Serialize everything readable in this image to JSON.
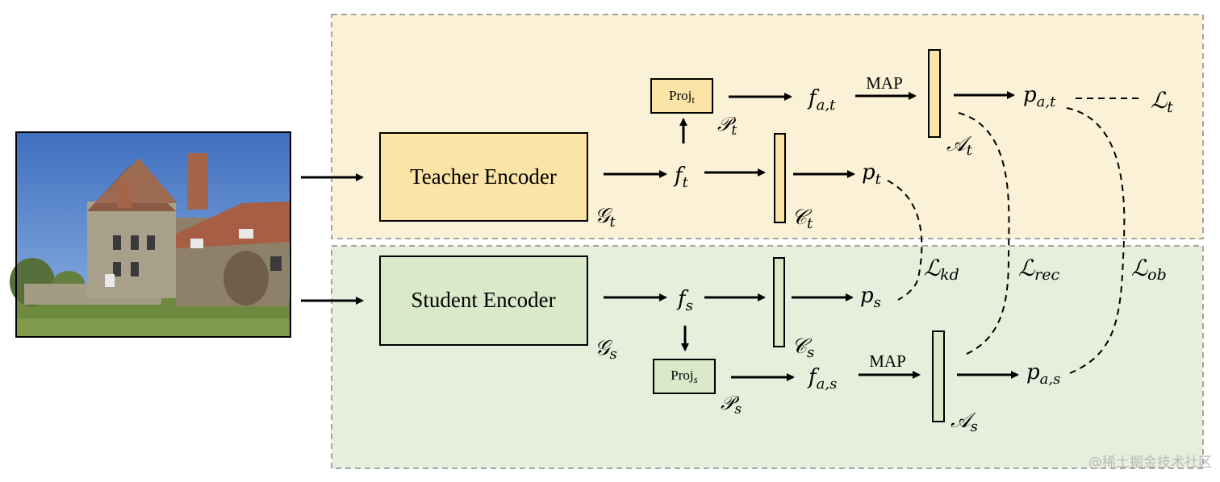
{
  "colors": {
    "teacher_bg": "#fbf1d6",
    "student_bg": "#e6efdc",
    "teacher_box": "#fbe4a6",
    "student_box": "#d9e9c9",
    "dashed_border": "#8a8a8a",
    "stroke": "#000000"
  },
  "encoders": {
    "teacher": "Teacher Encoder",
    "student": "Student Encoder"
  },
  "proj": {
    "teacher_base": "Proj",
    "teacher_sub": "t",
    "student_base": "Proj",
    "student_sub": "s"
  },
  "map_labels": {
    "teacher": "MAP",
    "student": "MAP"
  },
  "symbols": {
    "G_t": {
      "base": "𝒢",
      "sub": "t"
    },
    "G_s": {
      "base": "𝒢",
      "sub": "s"
    },
    "P_t": {
      "base": "𝒫",
      "sub": "t"
    },
    "P_s": {
      "base": "𝒫",
      "sub": "s"
    },
    "C_t": {
      "base": "𝒞",
      "sub": "t"
    },
    "C_s": {
      "base": "𝒞",
      "sub": "s"
    },
    "A_t": {
      "base": "𝒜",
      "sub": "t"
    },
    "A_s": {
      "base": "𝒜",
      "sub": "s"
    },
    "f_t": {
      "base": "f",
      "sub": "t"
    },
    "f_s": {
      "base": "f",
      "sub": "s"
    },
    "f_at": {
      "base": "f",
      "sub": "a,t"
    },
    "f_as": {
      "base": "f",
      "sub": "a,s"
    },
    "p_t": {
      "base": "p",
      "sub": "t"
    },
    "p_s": {
      "base": "p",
      "sub": "s"
    },
    "p_at": {
      "base": "p",
      "sub": "a,t"
    },
    "p_as": {
      "base": "p",
      "sub": "a,s"
    }
  },
  "losses": {
    "L_t": {
      "base": "ℒ",
      "sub": "t"
    },
    "L_kd": {
      "base": "ℒ",
      "sub": "kd"
    },
    "L_rec": {
      "base": "ℒ",
      "sub": "rec"
    },
    "L_ob": {
      "base": "ℒ",
      "sub": "ob"
    }
  },
  "watermark": "@稀土掘金技术社区"
}
